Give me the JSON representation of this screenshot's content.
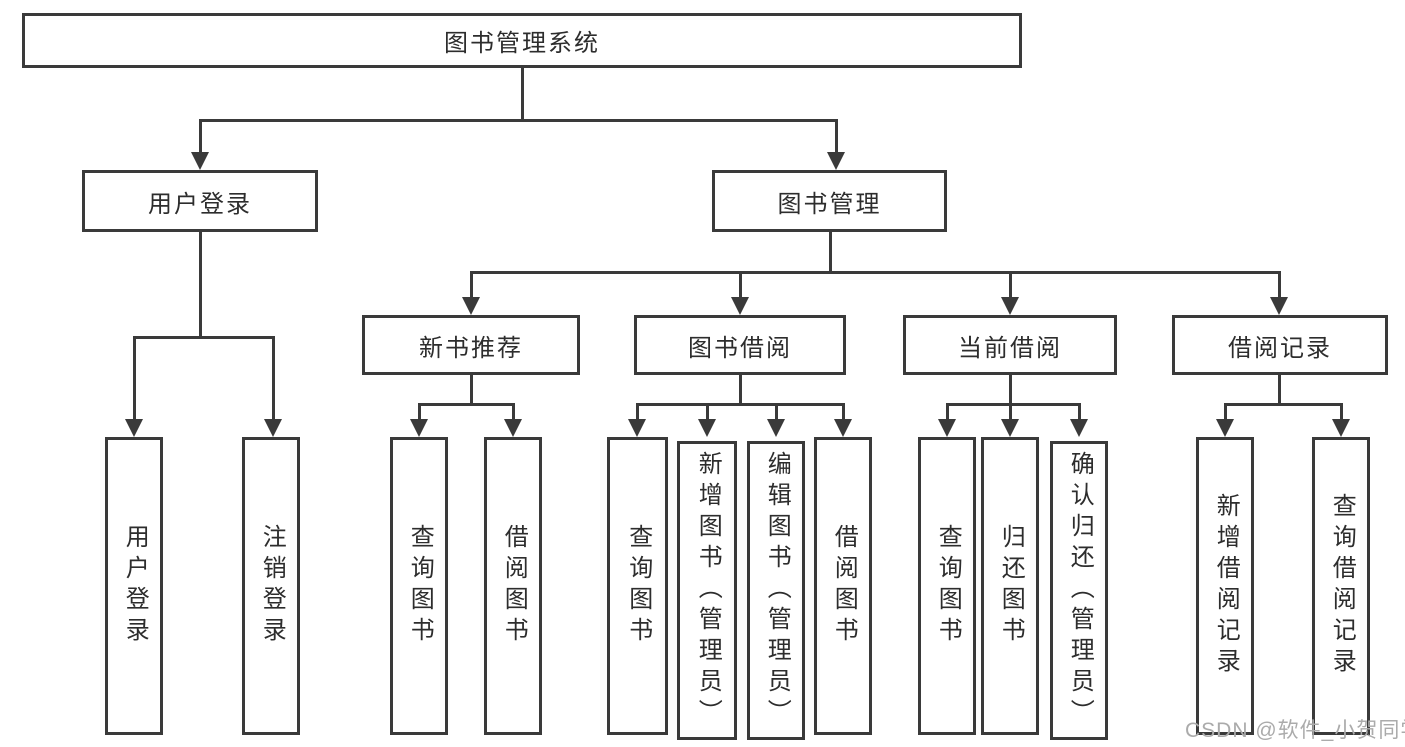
{
  "diagram": {
    "type": "hierarchy-tree",
    "root": {
      "label": "图书管理系统",
      "children": [
        {
          "label": "用户登录",
          "children": [
            {
              "label": "用户登录"
            },
            {
              "label": "注销登录"
            }
          ]
        },
        {
          "label": "图书管理",
          "children": [
            {
              "label": "新书推荐",
              "children": [
                {
                  "label": "查询图书"
                },
                {
                  "label": "借阅图书"
                }
              ]
            },
            {
              "label": "图书借阅",
              "children": [
                {
                  "label": "查询图书"
                },
                {
                  "label": "新增图书（管理员）"
                },
                {
                  "label": "编辑图书（管理员）"
                },
                {
                  "label": "借阅图书"
                }
              ]
            },
            {
              "label": "当前借阅",
              "children": [
                {
                  "label": "查询图书"
                },
                {
                  "label": "归还图书"
                },
                {
                  "label": "确认归还（管理员）"
                }
              ]
            },
            {
              "label": "借阅记录",
              "children": [
                {
                  "label": "新增借阅记录"
                },
                {
                  "label": "查询借阅记录"
                }
              ]
            }
          ]
        }
      ]
    }
  },
  "watermark": {
    "text": "CSDN @软件_小贺同学"
  },
  "colors": {
    "line": "#3a3a3a",
    "text": "#2d2d2d",
    "background": "#ffffff",
    "watermark": "#ababab"
  }
}
